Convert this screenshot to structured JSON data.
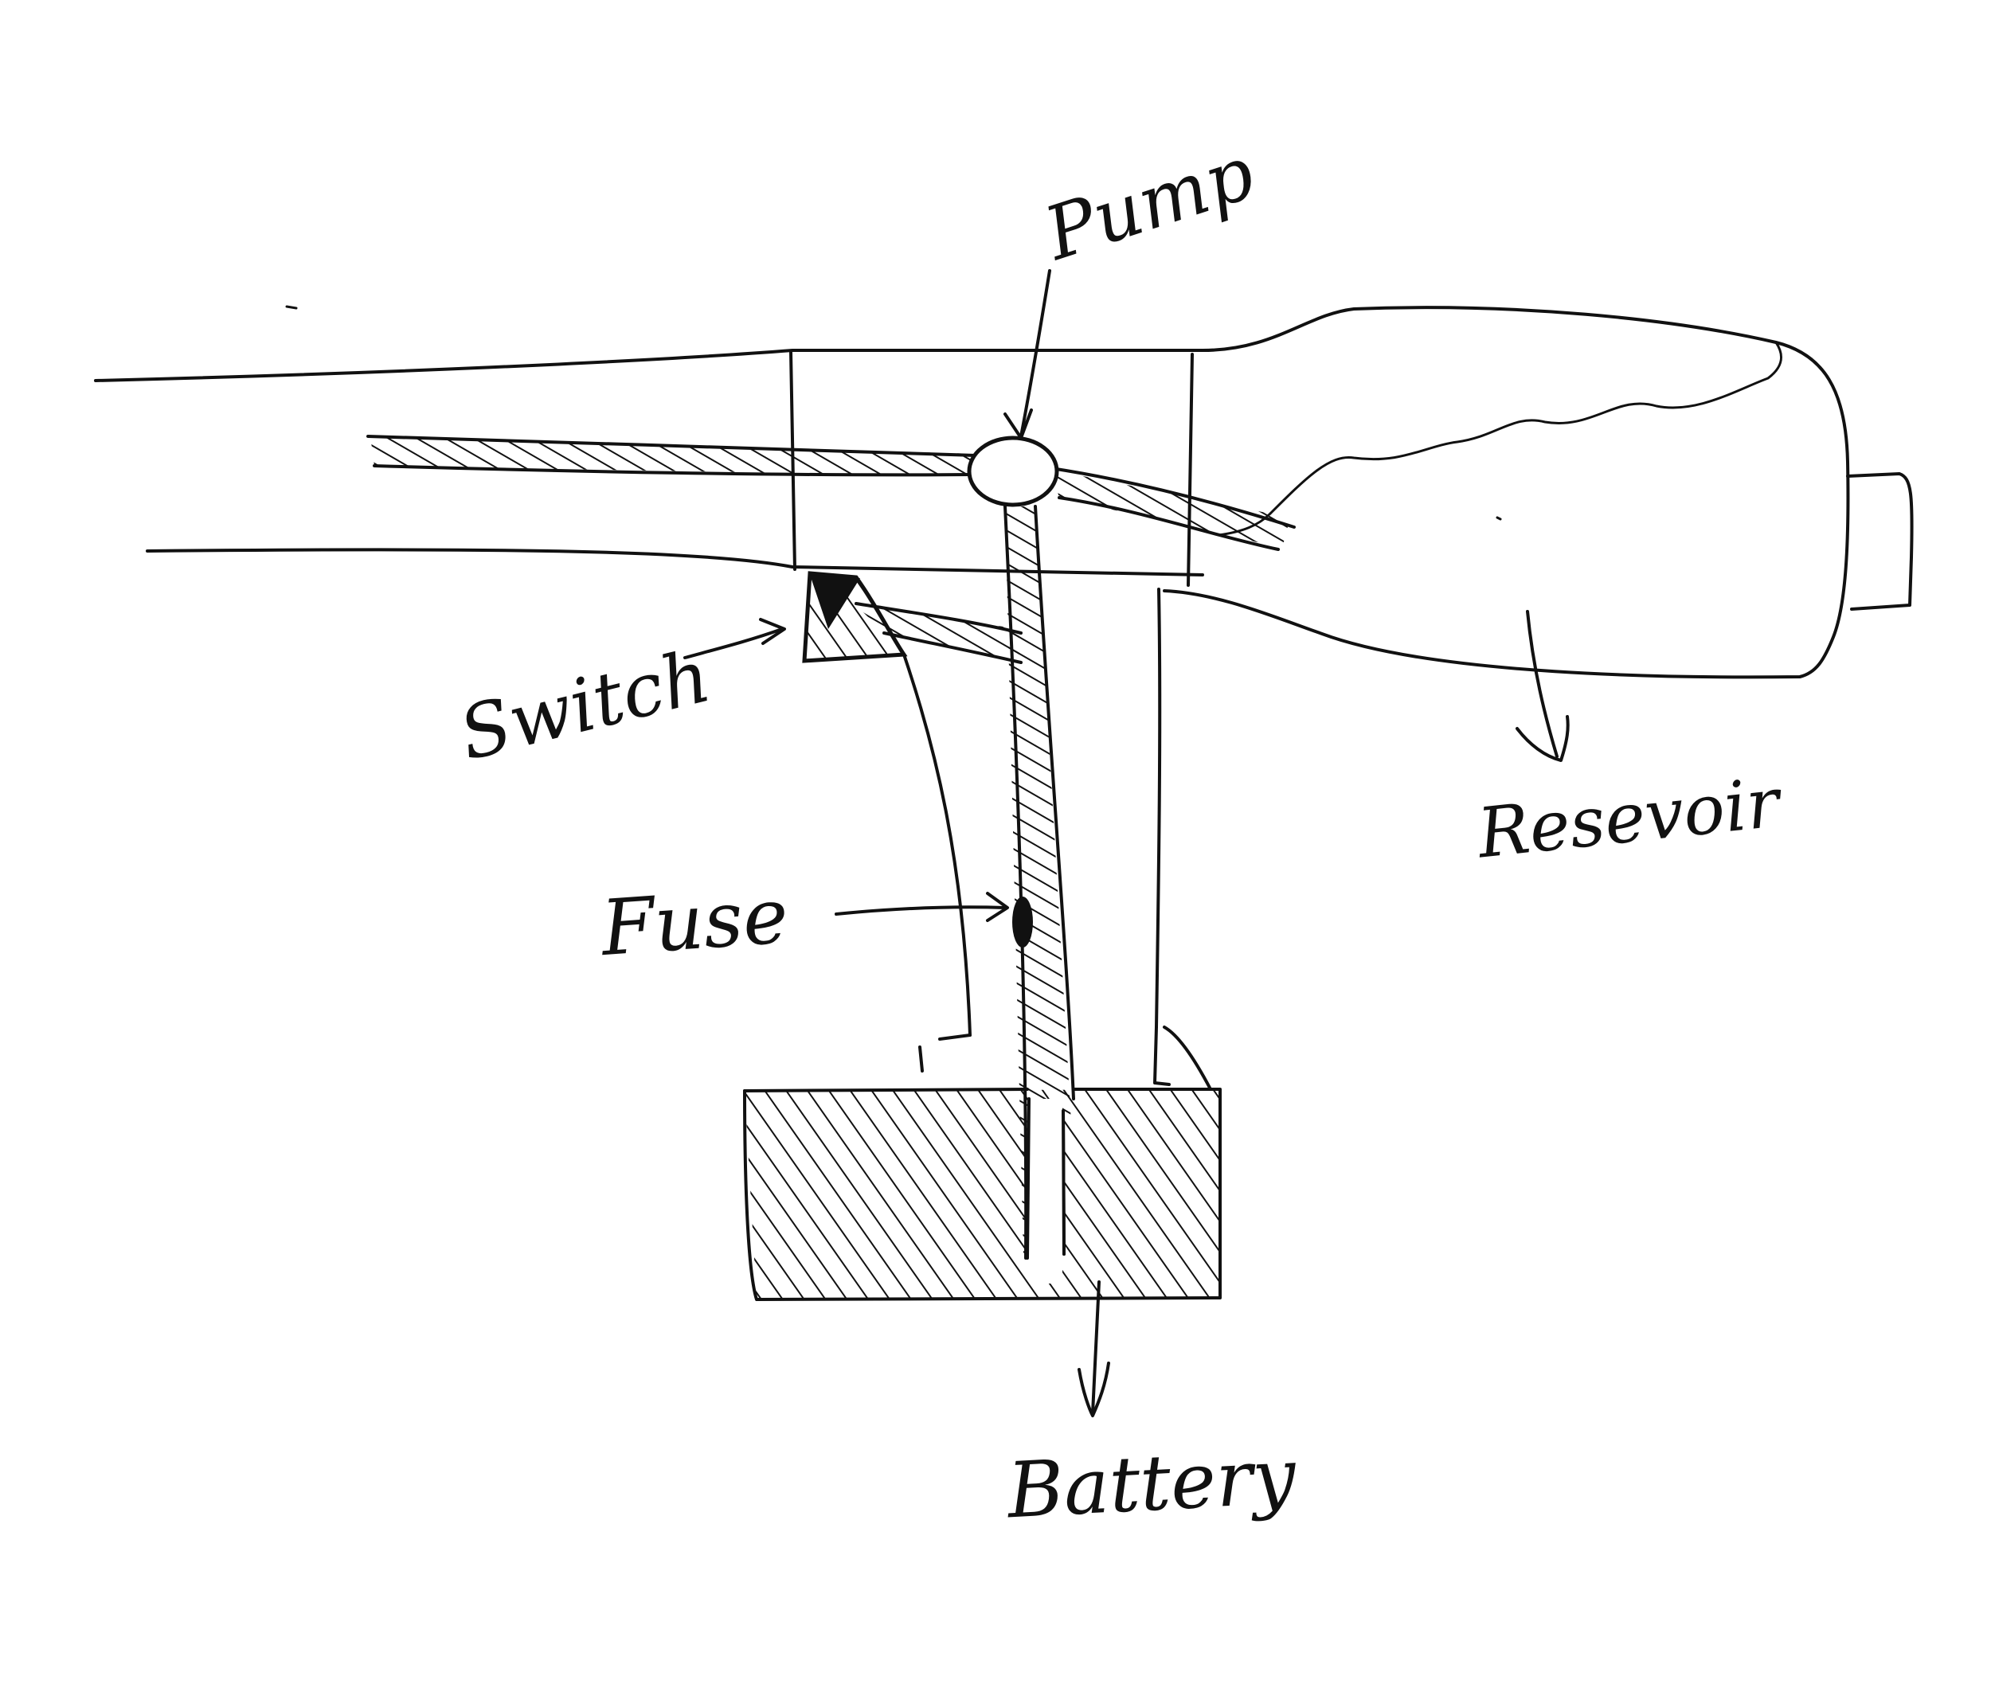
{
  "labels": {
    "pump": "Pump",
    "switch": "Switch",
    "fuse": "Fuse",
    "reservoir": "Resevoir",
    "battery": "Battery"
  }
}
